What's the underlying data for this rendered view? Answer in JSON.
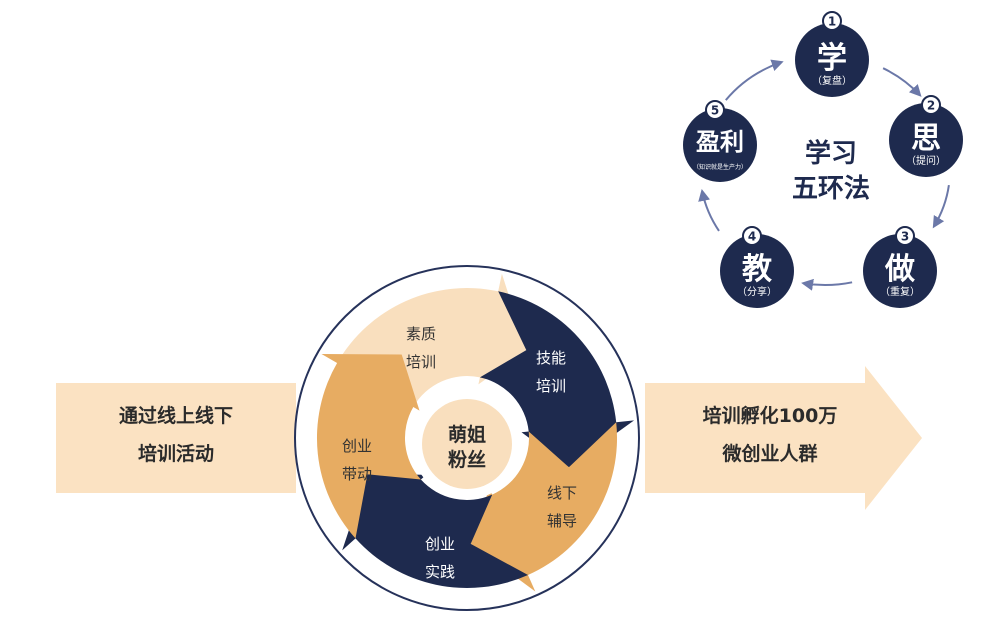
{
  "left_arrow": {
    "line1": "通过线上线下",
    "line2": "培训活动"
  },
  "right_arrow": {
    "line1": "培训孵化100万",
    "line2": "微创业人群"
  },
  "center": {
    "line1": "萌姐",
    "line2": "粉丝"
  },
  "segments": [
    {
      "line1": "素质",
      "line2": "培训"
    },
    {
      "line1": "技能",
      "line2": "培训"
    },
    {
      "line1": "线下",
      "line2": "辅导"
    },
    {
      "line1": "创业",
      "line2": "实践"
    },
    {
      "line1": "创业",
      "line2": "带动"
    }
  ],
  "cycle": {
    "center_line1": "学习",
    "center_line2": "五环法",
    "nodes": [
      {
        "num": "1",
        "main": "学",
        "sub": "（复盘）"
      },
      {
        "num": "2",
        "main": "思",
        "sub": "（提问）"
      },
      {
        "num": "3",
        "main": "做",
        "sub": "（重复）"
      },
      {
        "num": "4",
        "main": "教",
        "sub": "（分享）"
      },
      {
        "num": "5",
        "main": "盈利",
        "sub": "（知识就是生产力）"
      }
    ]
  },
  "colors": {
    "navy": "#1e2a4e",
    "peach": "#f9dfbe",
    "tan": "#e7ac62",
    "arrow_bg": "#fbe2c2",
    "circle_outline": "#26325a"
  }
}
